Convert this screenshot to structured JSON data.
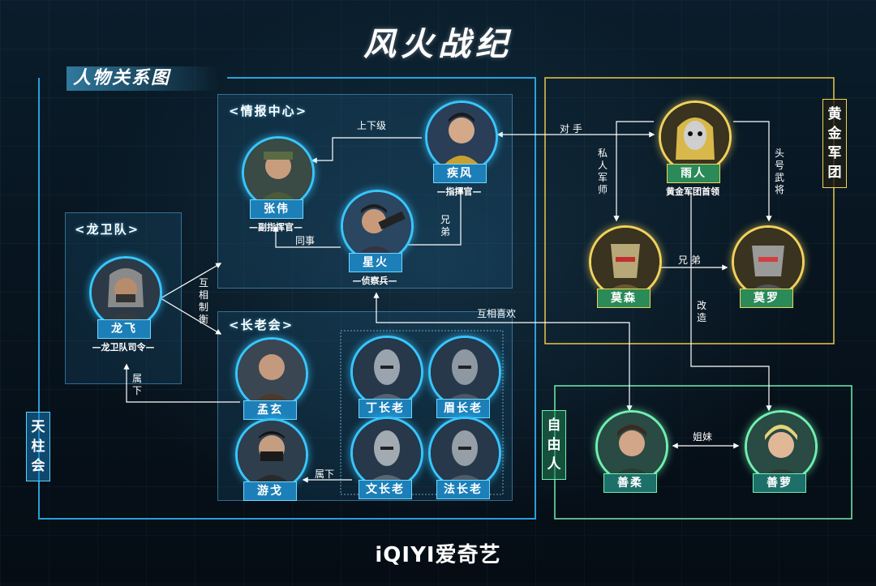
{
  "title": "风火战纪",
  "section_title": "人物关系图",
  "groups": {
    "intel": "<情报中心>",
    "dragon_guard": "<龙卫队>",
    "elders": "<长老会>",
    "tianzhu": "天柱会",
    "golden_army": "黄金军团",
    "free": "自由人"
  },
  "people": {
    "zhangwei": {
      "name": "张伟",
      "role": "—副指挥官—"
    },
    "jifeng": {
      "name": "疾风",
      "role": "—指挥官—"
    },
    "xinghuo": {
      "name": "星火",
      "role": "—侦察兵—"
    },
    "longfei": {
      "name": "龙飞",
      "role": "—龙卫队司令—"
    },
    "mengxuan": {
      "name": "孟玄"
    },
    "youlong": {
      "name": "游戈"
    },
    "ding": {
      "name": "丁长老"
    },
    "mei": {
      "name": "眉长老"
    },
    "wen": {
      "name": "文长老"
    },
    "fa": {
      "name": "法长老"
    },
    "yuren": {
      "name": "雨人",
      "role": "黄金军团首领"
    },
    "mosen": {
      "name": "莫森"
    },
    "moluo": {
      "name": "莫罗"
    },
    "shanrou": {
      "name": "善柔"
    },
    "shanluo": {
      "name": "善萝"
    }
  },
  "relations": {
    "superior": "上下级",
    "colleague": "同事",
    "brothers_1": "兄弟",
    "check": "互相制衡",
    "subordinate_1": "属下",
    "subordinate_2": "属下",
    "rival": "对 手",
    "advisor": "私人军师",
    "general": "头号武将",
    "brothers_2": "兄 弟",
    "mutual_like": "互相喜欢",
    "modify": "改造",
    "sisters": "姐妹"
  },
  "logo": "iQIYI爱奇艺",
  "colors": {
    "accent_blue": "#38c6ff",
    "gold": "#f2d25a",
    "green": "#6ff0b0"
  },
  "icons": [
    "avatar-portrait-icon",
    "arrow-icon"
  ]
}
